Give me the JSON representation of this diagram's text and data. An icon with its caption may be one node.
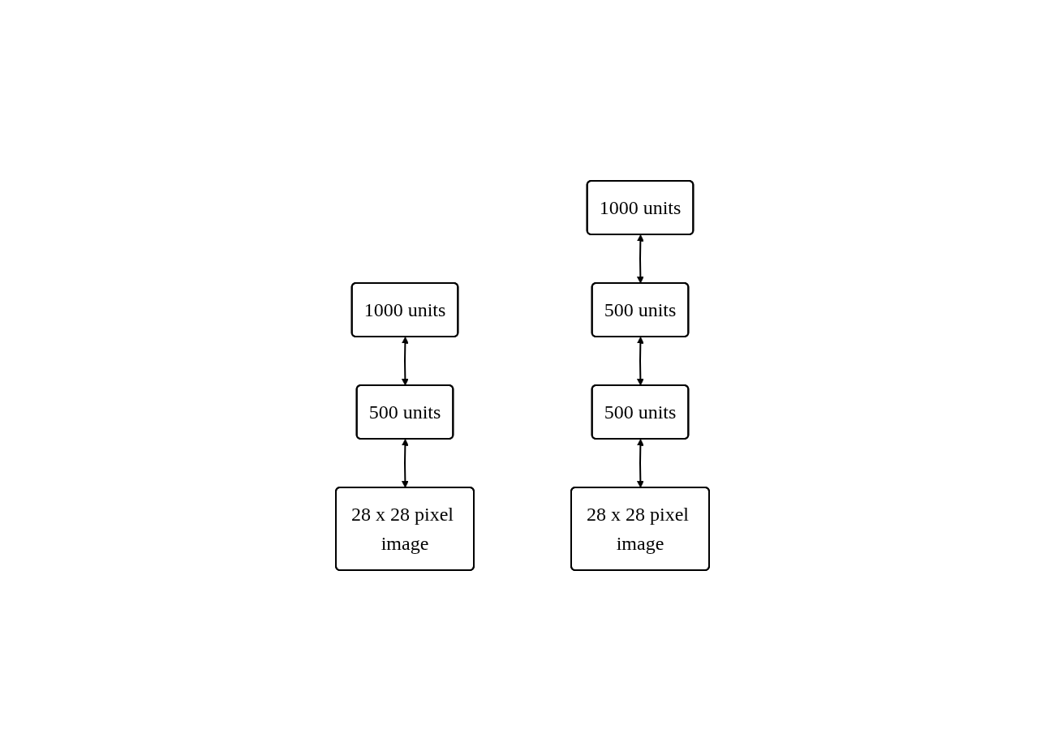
{
  "diagram": {
    "nodes": [
      {
        "text": [
          "1000 units"
        ]
      },
      {
        "text": [
          "500 units"
        ]
      },
      {
        "text": [
          "28 x 28 pixel image"
        ]
      },
      {
        "text": [
          "1000 units"
        ]
      },
      {
        "text": [
          "500 units"
        ]
      },
      {
        "text": [
          "500 units"
        ]
      },
      {
        "text": [
          "28 x 28 pixel image"
        ]
      }
    ],
    "edges": [
      {
        "from": 2,
        "to": 1,
        "arrow": "both"
      },
      {
        "from": 1,
        "to": 0,
        "arrow": "both"
      },
      {
        "from": 6,
        "to": 5,
        "arrow": "both"
      },
      {
        "from": 5,
        "to": 4,
        "arrow": "both"
      },
      {
        "from": 4,
        "to": 3,
        "arrow": "both"
      }
    ]
  }
}
